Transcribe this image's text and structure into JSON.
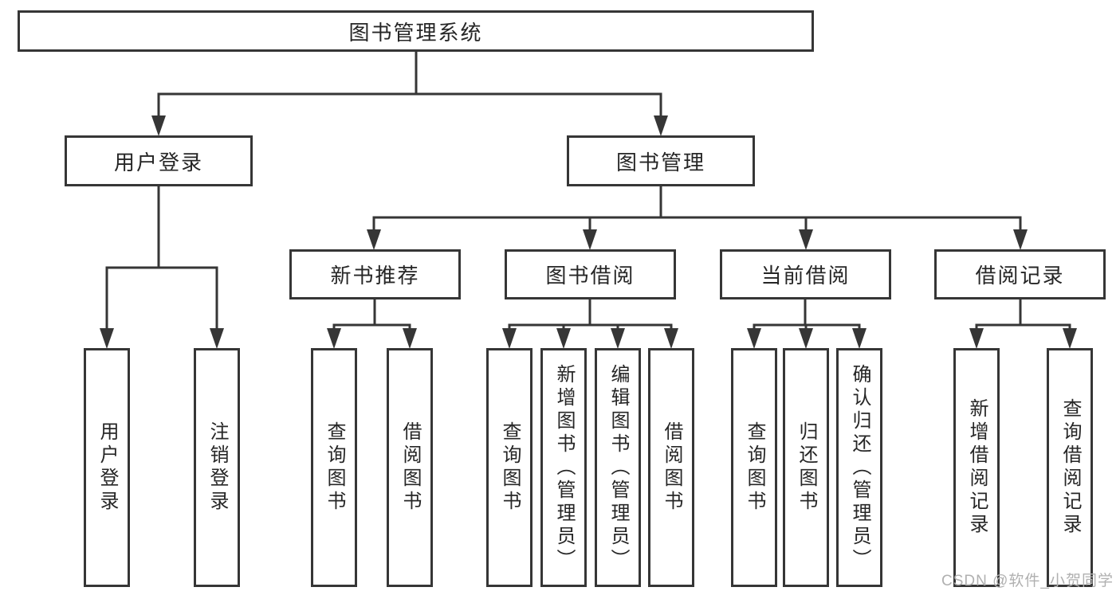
{
  "diagram": {
    "title": "图书管理系统",
    "nodes": {
      "root": "图书管理系统",
      "user_login": "用户登录",
      "book_management": "图书管理",
      "new_book_recommend": "新书推荐",
      "book_borrow": "图书借阅",
      "current_borrow": "当前借阅",
      "borrow_record": "借阅记录",
      "user_login_leaf": "用户登录",
      "logout_leaf": "注销登录",
      "query_book_recommend": "查询图书",
      "borrow_book_recommend": "借阅图书",
      "query_book_borrow": "查询图书",
      "add_book_admin": "新增图书（管理员）",
      "edit_book_admin": "编辑图书（管理员）",
      "borrow_book_borrow": "借阅图书",
      "query_book_current": "查询图书",
      "return_book": "归还图书",
      "confirm_return_admin": "确认归还（管理员）",
      "add_borrow_record": "新增借阅记录",
      "query_borrow_record": "查询借阅记录"
    },
    "colors": {
      "line": "#363636",
      "text": "#262626",
      "watermark": "#b0b0b0"
    },
    "watermark": "CSDN @软件_小贺同学"
  }
}
